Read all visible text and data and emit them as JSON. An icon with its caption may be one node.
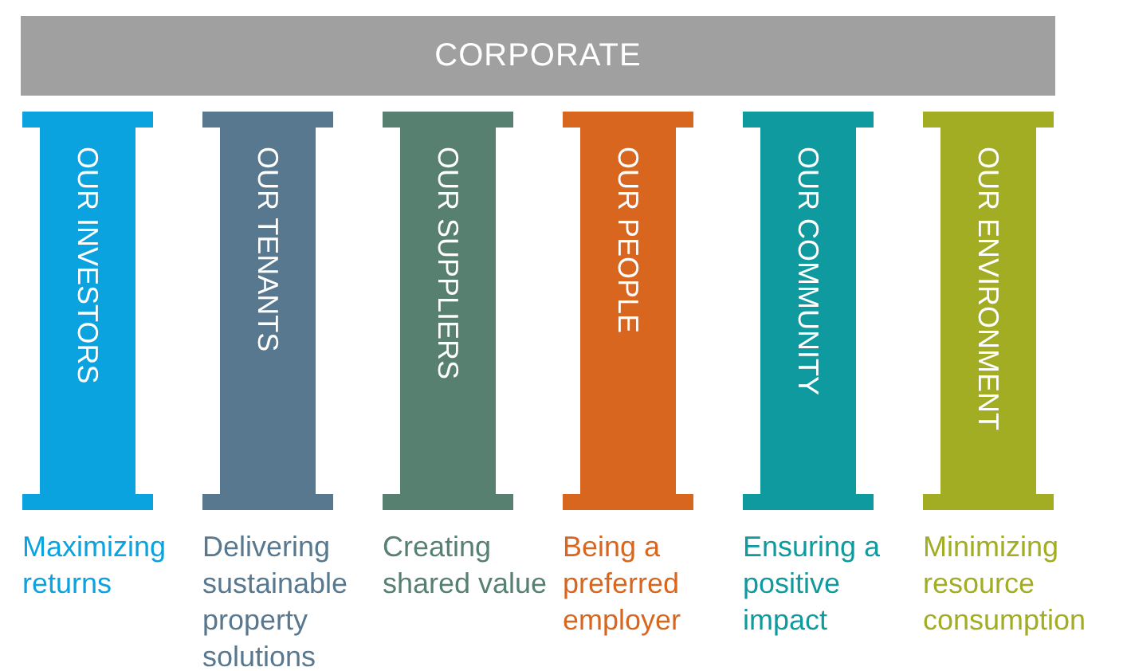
{
  "diagram": {
    "nodes": [
      {
        "text": [
          "CORPORATE"
        ]
      },
      {
        "text": [
          "OUR INVESTORS"
        ],
        "beside": [
          "Maximizing returns"
        ]
      },
      {
        "text": [
          "OUR TENANTS"
        ],
        "beside": [
          "Delivering sustainable property solutions"
        ]
      },
      {
        "text": [
          "OUR SUPPLIERS"
        ],
        "beside": [
          "Creating shared value"
        ]
      },
      {
        "text": [
          "OUR PEOPLE"
        ],
        "beside": [
          "Being a preferred employer"
        ]
      },
      {
        "text": [
          "OUR COMMUNITY"
        ],
        "beside": [
          "Ensuring a positive impact"
        ]
      },
      {
        "text": [
          "OUR ENVIRONMENT"
        ],
        "beside": [
          "Minimizing resource consumption"
        ]
      }
    ]
  }
}
